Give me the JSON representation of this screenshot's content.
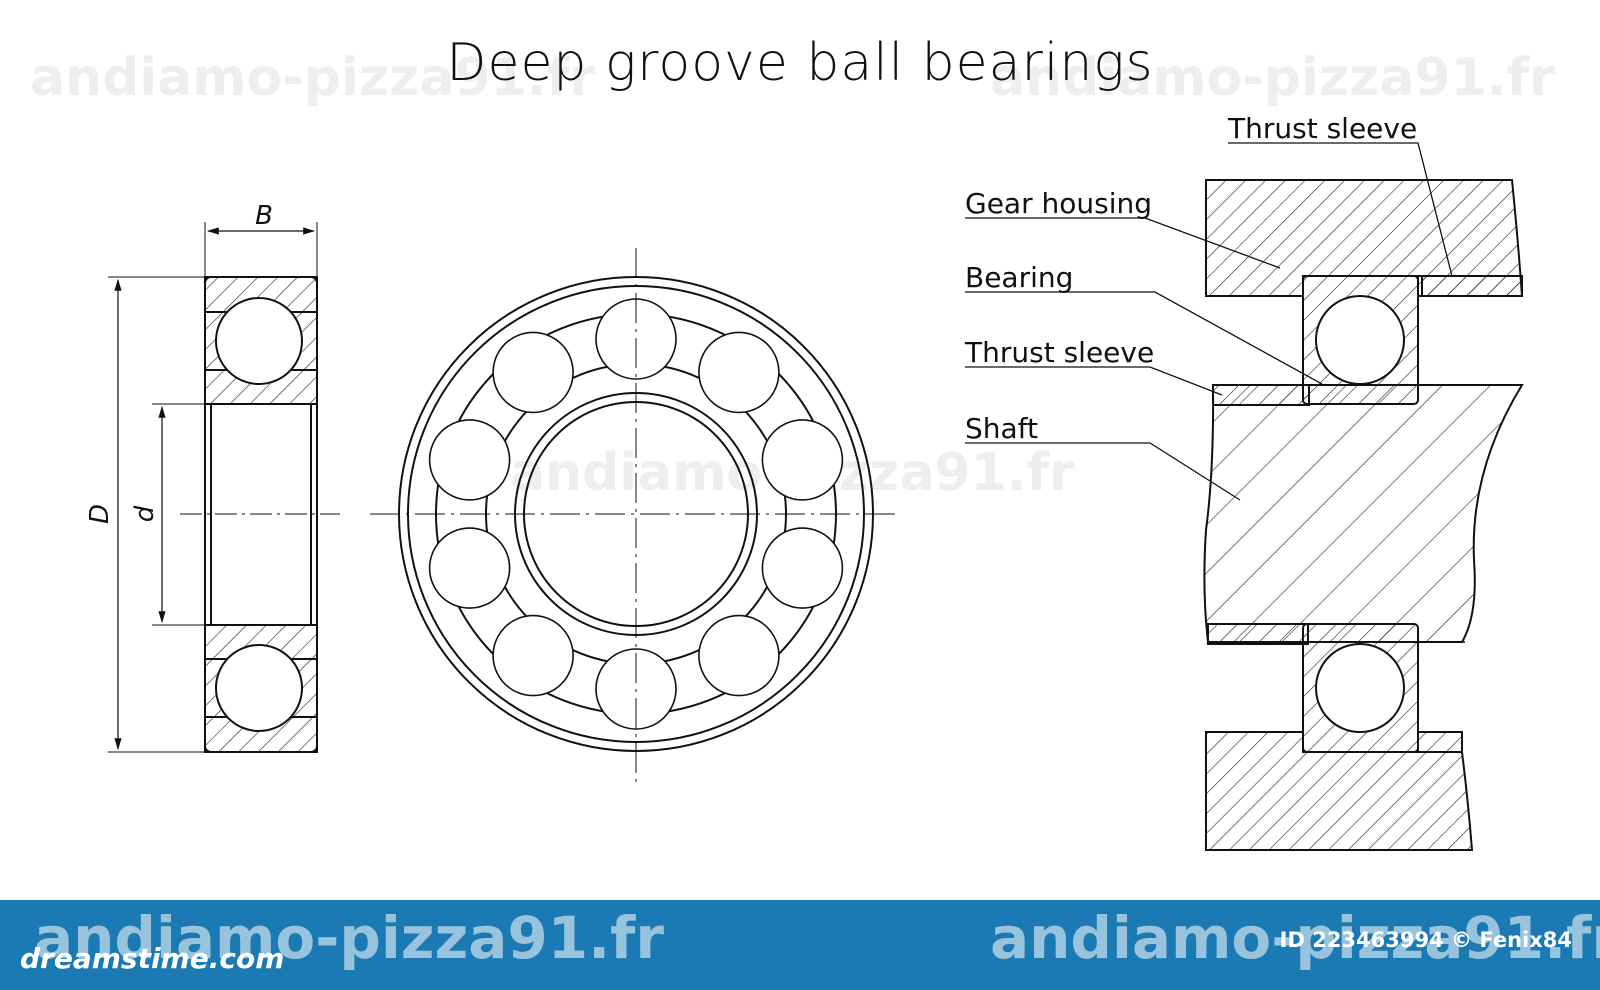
{
  "title": "Deep groove ball bearings",
  "labels": {
    "gear_housing": "Gear housing",
    "bearing": "Bearing",
    "thrust_sleeve_top": "Thrust sleeve",
    "thrust_sleeve_mid": "Thrust sleeve",
    "shaft": "Shaft"
  },
  "dimensions": {
    "outer_diameter": "D",
    "inner_diameter": "d",
    "width": "B"
  },
  "watermark": "andiamo-pizza91.fr",
  "footer": {
    "brand": "dreamstime.com",
    "credit": "ID 223463994 © Fenix84",
    "background": "#1b7ab3"
  }
}
